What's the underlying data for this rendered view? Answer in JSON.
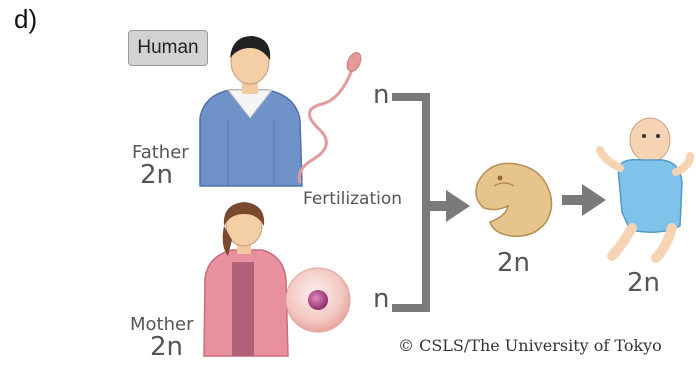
{
  "panel_label": "d)",
  "species_tag": "Human",
  "father": {
    "label": "Father",
    "ploidy": "2n"
  },
  "mother": {
    "label": "Mother",
    "ploidy": "2n"
  },
  "sperm_ploidy": "n",
  "egg_ploidy": "n",
  "process_label": "Fertilization",
  "embryo_ploidy": "2n",
  "baby_ploidy": "2n",
  "copyright": "© CSLS/The University of Tokyo",
  "colors": {
    "arrow": "#7a7a7a",
    "father_sweater": "#6f93c9",
    "mother_top": "#e8909e",
    "embryo": "#e7c48c",
    "baby_suit": "#7fc2ea",
    "sperm": "#e49a9a",
    "egg": "#f3c8c2",
    "egg_nucleus": "#b84d8e"
  }
}
